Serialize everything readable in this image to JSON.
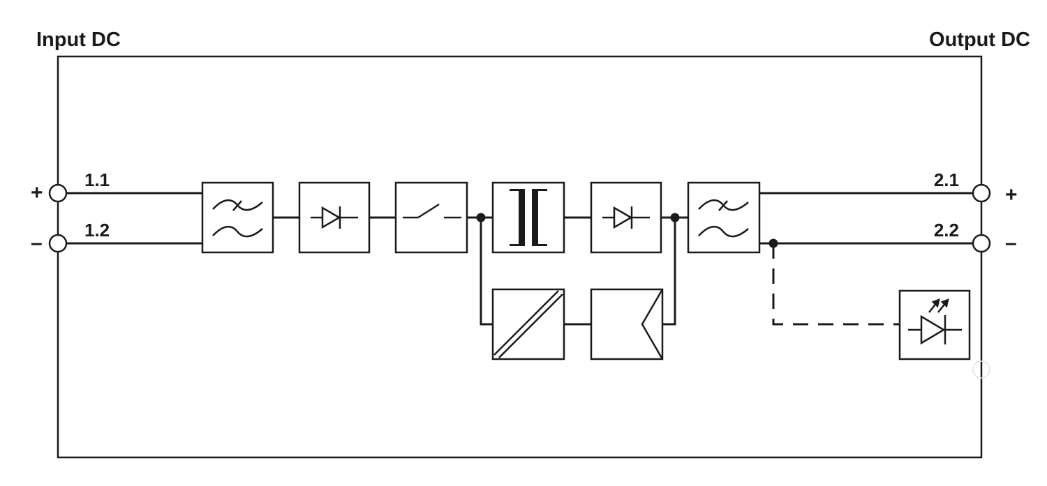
{
  "labels": {
    "input": "Input DC",
    "output": "Output DC"
  },
  "terminals": {
    "in_pos": "1.1",
    "in_neg": "1.2",
    "out_pos": "2.1",
    "out_neg": "2.2"
  },
  "polarity": {
    "in_pos": "+",
    "in_neg": "–",
    "out_pos": "+",
    "out_neg": "–"
  },
  "icons": [
    "input-filter-icon",
    "input-rectifier-diode-icon",
    "switch-icon",
    "transformer-icon",
    "output-rectifier-diode-icon",
    "output-filter-icon",
    "dc-dc-converter-icon",
    "control-block-icon",
    "led-indicator-icon"
  ],
  "colors": {
    "line": "#1a1a1a",
    "background": "#ffffff"
  }
}
